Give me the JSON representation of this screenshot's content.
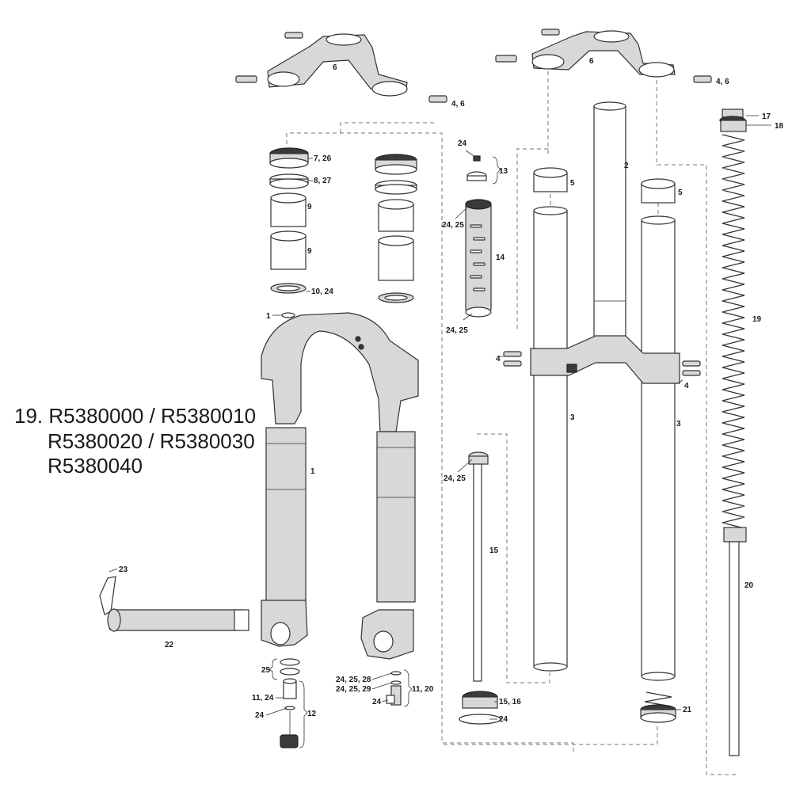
{
  "note": {
    "lines": [
      "19. R5380000 / R5380010",
      "R5380020 / R5380030",
      "R5380040"
    ]
  },
  "callouts": {
    "c6_left": "6",
    "c46_left": "4, 6",
    "c6_right": "6",
    "c46_right": "4, 6",
    "c726": "7, 26",
    "c827": "8, 27",
    "c9a": "9",
    "c9b": "9",
    "c1024": "10, 24",
    "c1_top": "1",
    "c1_leg": "1",
    "c24_top": "24",
    "c13": "13",
    "c2425_a": "24, 25",
    "c14": "14",
    "c2425_b": "24, 25",
    "c5_left": "5",
    "c5_right": "5",
    "c2": "2",
    "c4_left": "4",
    "c4_right": "4",
    "c3_left": "3",
    "c3_right": "3",
    "c17": "17",
    "c18": "18",
    "c19": "19",
    "c20": "20",
    "c2425_c": "24, 25",
    "c15": "15",
    "c1516": "15, 16",
    "c24_bot": "24",
    "c21": "21",
    "c23": "23",
    "c22": "22",
    "c25": "25",
    "c1124": "11, 24",
    "c24_low": "24",
    "c12": "12",
    "c242528": "24, 25, 28",
    "c242529": "24, 25, 29",
    "c1120": "11, 20",
    "c24_right": "24"
  }
}
